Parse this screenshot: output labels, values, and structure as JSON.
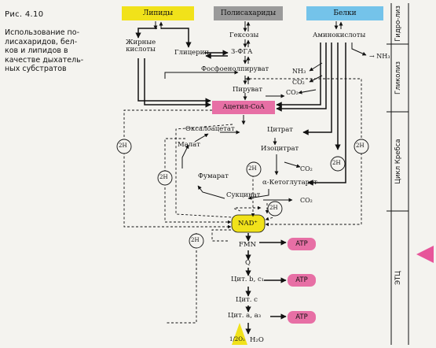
{
  "figure": {
    "number": "Рис. 4.10",
    "caption": [
      "Использование по-",
      "лисахаридов, бел-",
      "ков и липидов в",
      "качестве дыхатель-",
      "ных субстратов"
    ]
  },
  "headers": {
    "lipids": "Липиды",
    "polysaccharides": "Полисахариды",
    "proteins": "Белки"
  },
  "nodes": {
    "fatty_acids": [
      "Жирные",
      "кислоты"
    ],
    "glycerol": "Глицерин",
    "hexoses": "Гексозы",
    "pga": "3-ФГА",
    "pep": "Фосфоенолпируват",
    "pyruvate": "Пируват",
    "amino_acids": "Аминокислоты",
    "nh3_a": "NH₃",
    "nh3_b": "→ NH₃",
    "co2_a": "CO₂",
    "co2_b": "CO₂",
    "co2_c": "CO₂",
    "co2_d": "CO₂",
    "acetyl_coa": "Ацетил-CoA",
    "oxaloacetate": "Оксалоацетат",
    "citrate": "Цитрат",
    "malate": "Малат",
    "isocitrate": "Изоцитрат",
    "fumarate": "Фумарат",
    "ketoglutarate": "α-Кетоглутарат",
    "succinate": "Сукцинат",
    "nad": "NAD⁺",
    "fmn": "FMN",
    "q": "Q",
    "cyt_b": "Цит. b, c₁",
    "cyt_c": "Цит. c",
    "cyt_a": "Цит. a, a₃",
    "half_o2": "1/2O₂",
    "water": "H₂O",
    "h2": "2H",
    "atp": "ATP"
  },
  "sections": {
    "hydrolysis": "Гидро-лиз",
    "glycolysis": "Гликолиз",
    "krebs": "Цикл Кребса",
    "etc": "ЭТЦ"
  },
  "colors": {
    "lipids": "#f1e21a",
    "polysaccharides": "#9a9a9a",
    "proteins": "#74c3ea",
    "acetyl_coa": "#e76fa5",
    "atp": "#e76fa5",
    "nad": "#f1e21a"
  }
}
